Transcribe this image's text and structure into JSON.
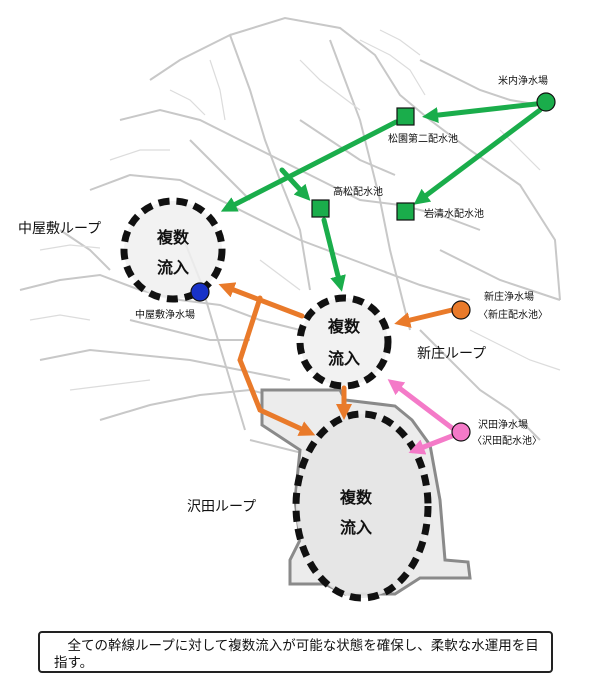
{
  "facilities": {
    "yonai": "米内浄水場",
    "matsuzono": "松園第二配水池",
    "takamatsu": "高松配水池",
    "iwashimizu": "岩清水配水池",
    "nakayashiki_plant": "中屋敷浄水場",
    "shinjo_plant_line1": "新庄浄水場",
    "shinjo_plant_line2": "〈新庄配水池〉",
    "sawada_plant_line1": "沢田浄水場",
    "sawada_plant_line2": "〈沢田配水池〉"
  },
  "loops": {
    "nakayashiki": "中屋敷ループ",
    "shinjo": "新庄ループ",
    "sawada": "沢田ループ"
  },
  "inflow": {
    "line1": "複数",
    "line2": "流入"
  },
  "caption": "全ての幹線ループに対して複数流入が可能な状態を確保し、柔軟な水運用を目指す。",
  "colors": {
    "green": "#1aad4b",
    "orange": "#e97a2a",
    "pink": "#f47ac8",
    "blue": "#1832c8",
    "roads": "#c8c8c8",
    "roads_dark": "#a9a9a9"
  }
}
